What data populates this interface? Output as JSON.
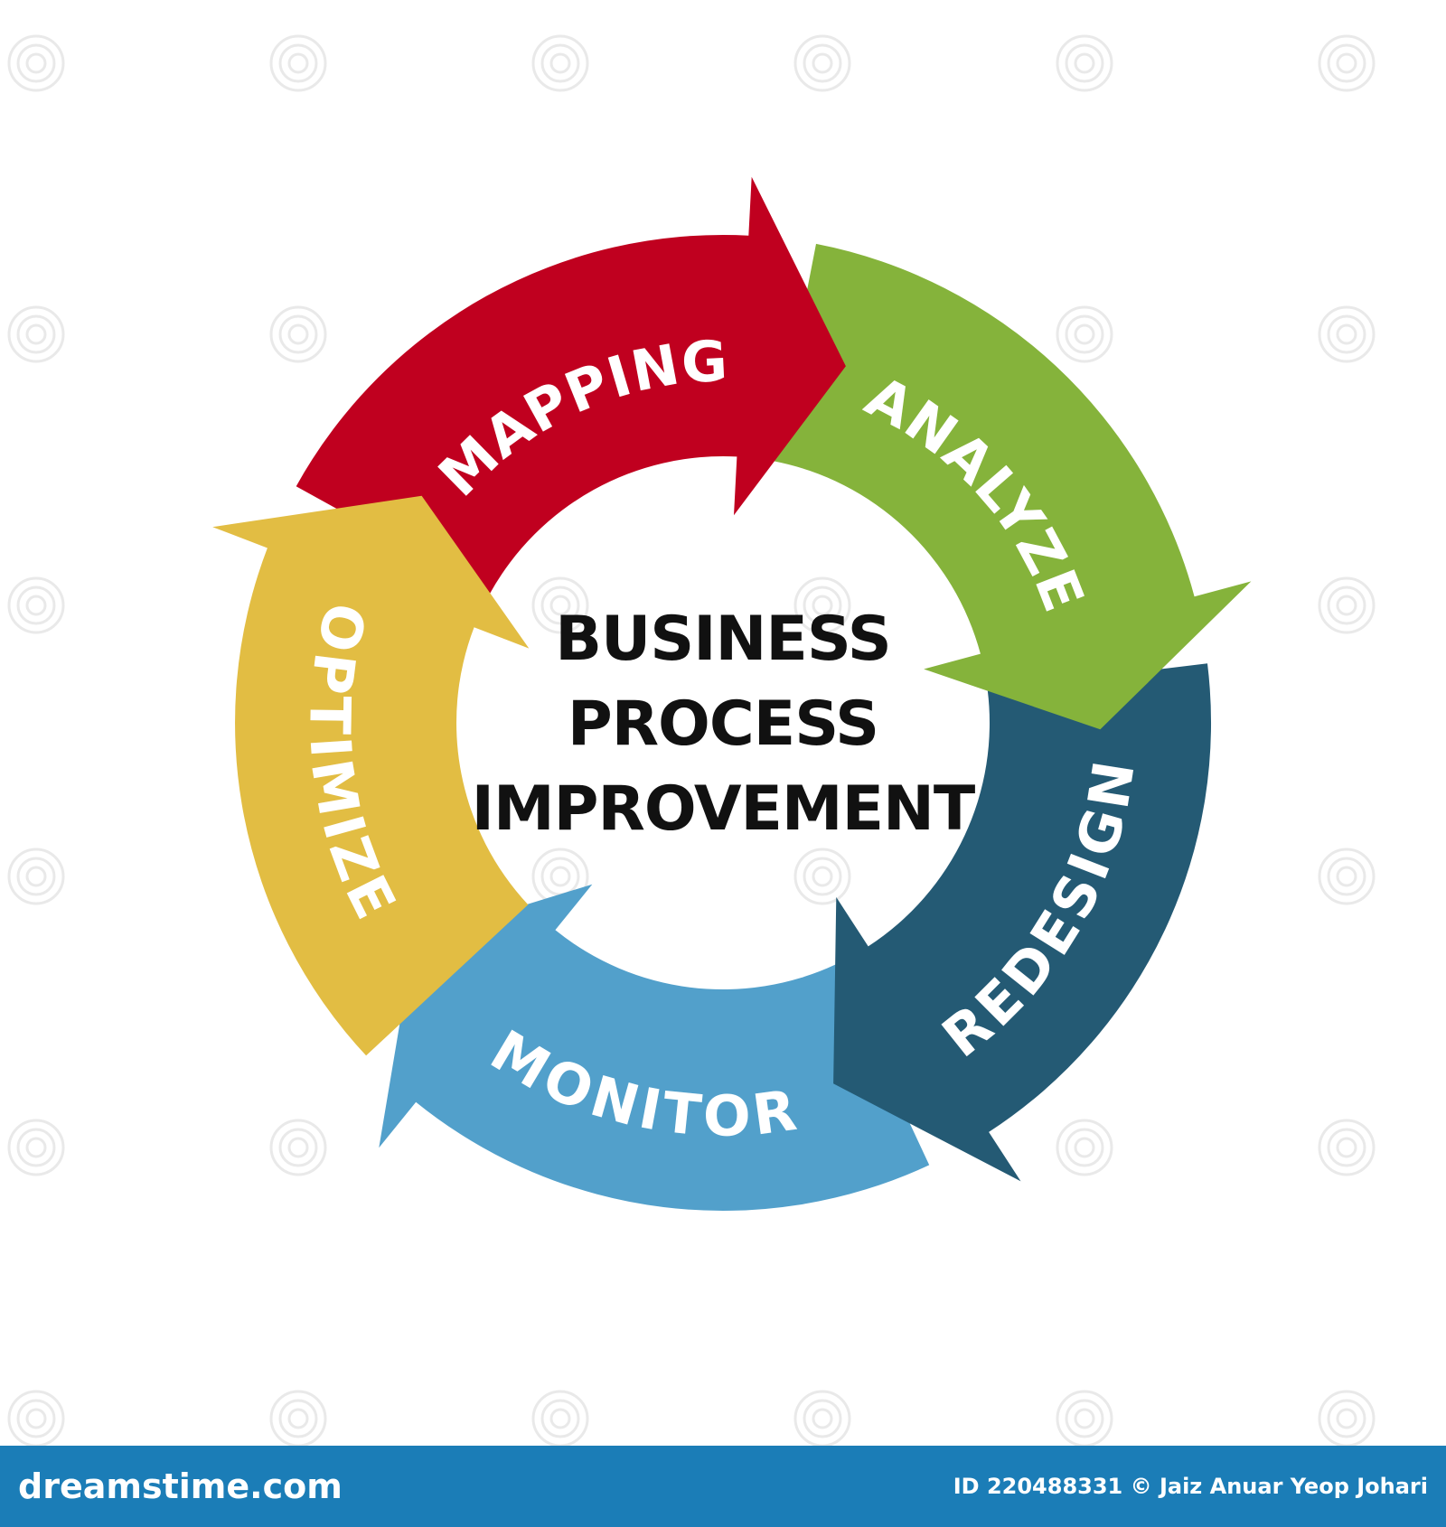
{
  "center": {
    "lines": [
      "BUSINESS",
      "PROCESS",
      "IMPROVEMENT"
    ]
  },
  "steps": [
    {
      "label": "MAPPING",
      "color": "#c0001f"
    },
    {
      "label": "ANALYZE",
      "color": "#85b33b"
    },
    {
      "label": "REDESIGN",
      "color": "#245a74"
    },
    {
      "label": "MONITOR",
      "color": "#52a0cb"
    },
    {
      "label": "OPTIMIZE",
      "color": "#e2bd43"
    }
  ],
  "footer": {
    "brand": "dreamstime.com",
    "credit": "ID 220488331 © Jaiz Anuar Yeop Johari",
    "background": "#1b7db7"
  }
}
